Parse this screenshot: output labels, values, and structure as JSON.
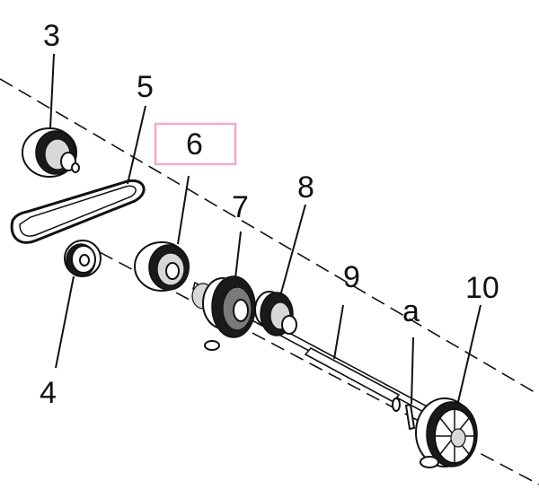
{
  "callouts": {
    "c3": "3",
    "c4": "4",
    "c5": "5",
    "c6": "6",
    "c7": "7",
    "c8": "8",
    "c9": "9",
    "ca": "a",
    "c10": "10"
  },
  "colors": {
    "highlight_box": "#f0a9c8",
    "line": "#111111",
    "background": "#ffffff"
  }
}
